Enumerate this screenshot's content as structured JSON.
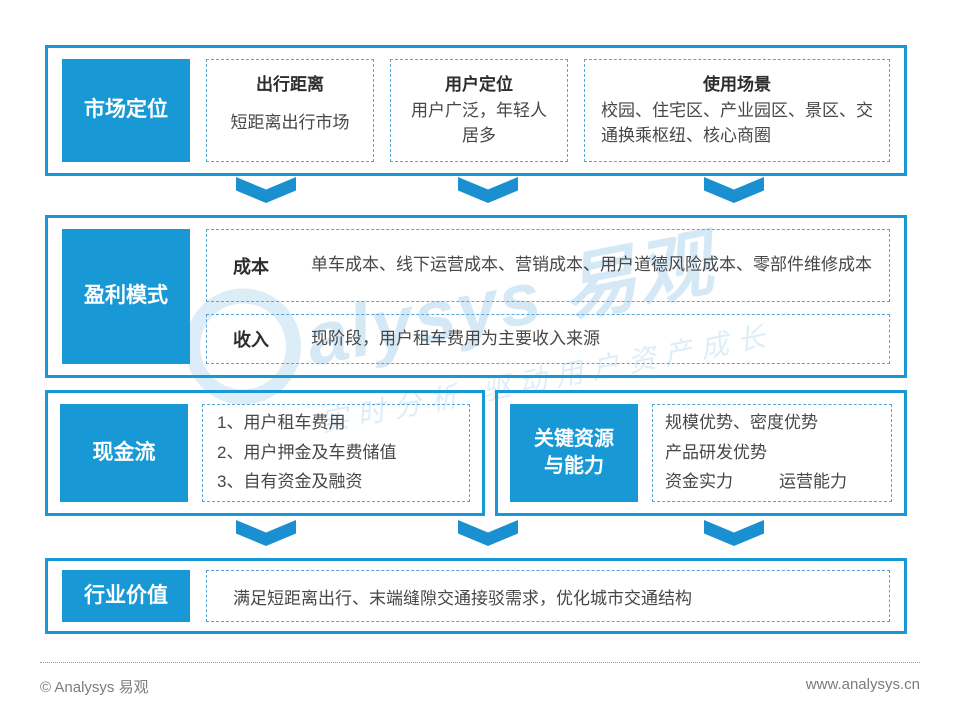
{
  "colors": {
    "primary_blue": "#1899d6",
    "dashed_border_blue": "#55a6da",
    "watermark_blue": "#d5e8f6"
  },
  "icons": {
    "flow_arrow": "chevron-down"
  },
  "watermark": {
    "brand": "alysys 易观",
    "slogan": "实时分析 驱动用户资产成长"
  },
  "rows": {
    "market": {
      "label": "市场定位",
      "cards": [
        {
          "title": "出行距离",
          "body": "短距离出行市场"
        },
        {
          "title": "用户定位",
          "body": "用户广泛，年轻人居多"
        },
        {
          "title": "使用场景",
          "body": "校园、住宅区、产业园区、景区、交通换乘枢纽、核心商圈"
        }
      ]
    },
    "profit": {
      "label": "盈利模式",
      "items": [
        {
          "title": "成本",
          "body": "单车成本、线下运营成本、营销成本、用户道德风险成本、零部件维修成本"
        },
        {
          "title": "收入",
          "body": "现阶段，用户租车费用为主要收入来源"
        }
      ]
    },
    "cashflow": {
      "label": "现金流",
      "items": [
        "1、用户租车费用",
        "2、用户押金及车费储值",
        "3、自有资金及融资"
      ]
    },
    "resources": {
      "label_line1": "关键资源",
      "label_line2": "与能力",
      "line1": "规模优势、密度优势",
      "line2": "产品研发优势",
      "line3_left": "资金实力",
      "line3_right": "运营能力"
    },
    "value": {
      "label": "行业价值",
      "body": "满足短距离出行、末端缝隙交通接驳需求，优化城市交通结构"
    }
  },
  "footer": {
    "copyright": "© Analysys 易观",
    "website": "www.analysys.cn"
  }
}
